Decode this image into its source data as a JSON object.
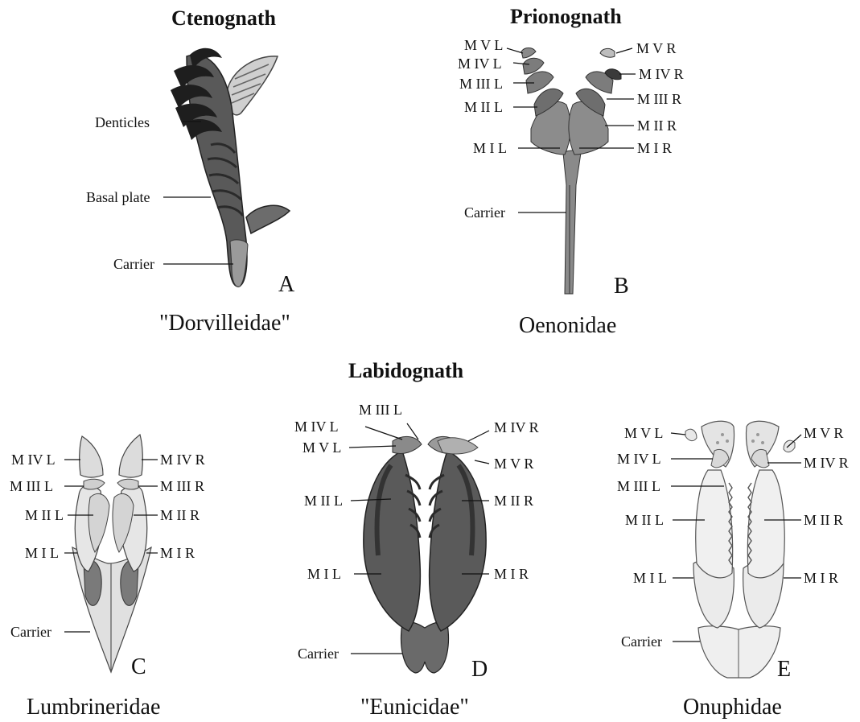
{
  "headings": {
    "ctenognath": "Ctenognath",
    "prionognath": "Prionognath",
    "labidognath": "Labidognath"
  },
  "panels": {
    "A": {
      "letter": "A",
      "family": "\"Dorvilleidae\"",
      "labels": {
        "denticles": "Denticles",
        "basal_plate": "Basal plate",
        "carrier": "Carrier"
      }
    },
    "B": {
      "letter": "B",
      "family": "Oenonidae",
      "labels": {
        "mvl": "M V L",
        "mivl": "M IV L",
        "miiil": "M III L",
        "miil": "M II L",
        "mil": "M I L",
        "mvr": "M V R",
        "mivr": "M IV R",
        "miiir": "M III R",
        "miir": "M II R",
        "mir": "M I R",
        "carrier": "Carrier"
      }
    },
    "C": {
      "letter": "C",
      "family": "Lumbrineridae",
      "labels": {
        "mivl": "M IV L",
        "miiil": "M III L",
        "miil": "M II L",
        "mil": "M I L",
        "mivr": "M IV R",
        "miiir": "M III R",
        "miir": "M II R",
        "mir": "M I R",
        "carrier": "Carrier"
      }
    },
    "D": {
      "letter": "D",
      "family": "\"Eunicidae\"",
      "labels": {
        "miiil": "M III L",
        "mivl": "M IV L",
        "mvl": "M V L",
        "miil": "M II L",
        "mil": "M I L",
        "mivr": "M IV R",
        "mvr": "M V R",
        "miir": "M II R",
        "mir": "M I R",
        "carrier": "Carrier"
      }
    },
    "E": {
      "letter": "E",
      "family": "Onuphidae",
      "labels": {
        "mvl": "M V L",
        "mivl": "M IV L",
        "miiil": "M III L",
        "miil": "M II L",
        "mil": "M I L",
        "mvr": "M V R",
        "mivr": "M IV R",
        "miir": "M II R",
        "mir": "M I R",
        "carrier": "Carrier"
      }
    }
  }
}
